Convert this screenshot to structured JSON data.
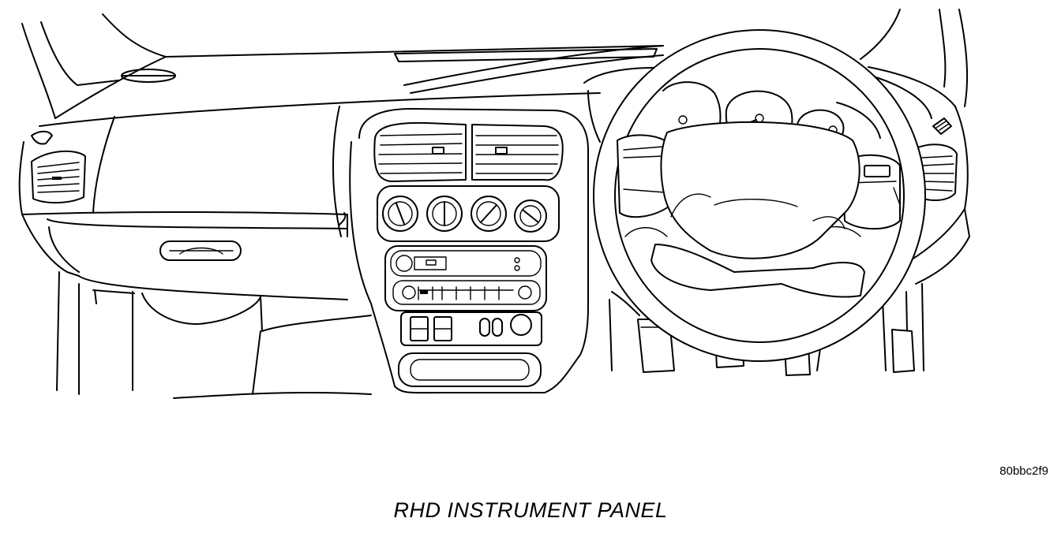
{
  "figure": {
    "caption": "RHD INSTRUMENT PANEL",
    "reference_code": "80bbc2f9"
  },
  "icons": [
    "dashboard-outline",
    "left-air-vent-icon",
    "glove-box-icon",
    "glove-box-handle-icon",
    "center-air-vents-icon",
    "climate-control-knobs-icon",
    "radio-unit-icon",
    "switch-bank-icon",
    "storage-bin-icon",
    "instrument-cluster-icon",
    "steering-wheel-icon",
    "airbag-hub-icon",
    "pedals-icon",
    "right-air-vent-icon",
    "speaker-grille-icon"
  ]
}
